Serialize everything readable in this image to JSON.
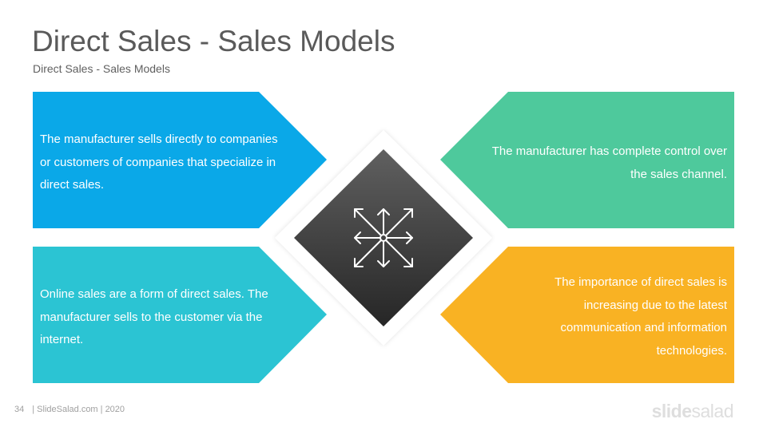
{
  "slide": {
    "title": "Direct Sales - Sales Models",
    "subtitle": "Direct Sales - Sales Models"
  },
  "cards": {
    "top_left": "The manufacturer sells directly to companies or customers of companies that specialize in direct sales.",
    "bottom_left": "Online sales are a form of direct sales. The manufacturer sells to the customer via the internet.",
    "top_right": "The manufacturer has complete control over the sales channel.",
    "bottom_right": "The importance of direct sales is increasing due to the latest communication and information technologies."
  },
  "colors": {
    "top_left": "#0aa8e8",
    "bottom_left": "#2bc4d3",
    "top_right": "#4ec99c",
    "bottom_right": "#f9b223",
    "center": "#3f3f3f"
  },
  "center": {
    "icon": "expand-arrows-icon"
  },
  "footer": {
    "page_number": "34",
    "credit": "| SlideSalad.com | 2020",
    "logo_part1": "slide",
    "logo_part2": "salad"
  }
}
